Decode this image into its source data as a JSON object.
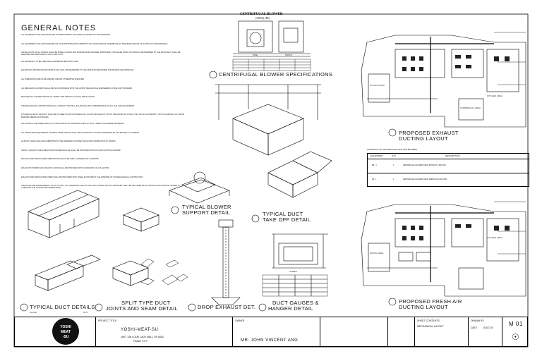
{
  "notes": {
    "title": "GENERAL NOTES",
    "items": [
      "ALL EQUIPMENT SHALL BE INSTALLED IN APPROXIMATE LOCATIONS AS SHOWN ON THE DRAWINGS.",
      "ALL EQUIPMENT SHALL BE MOUNTED ON OR SUPPORTED WITH VIBRATION ISOLATOR (MOTOR ASSEMBLIES) AS SPECIFIED AND OR AS SHOWN ON THE DRAWINGS.",
      "INSTALLATION OF ALL WORKS SHALL BE DONE IN A NEAT AND WORKMANLIKE MANNER. IMPROPERLY INSTALLED WORK OR ITEMS AS DETERMINED BY THE ARCHITECT SHALL BE REMOVED AND REPLACED AT NO EXTRA COST.",
      "ALL MATERIALS TO BE USED SHALL BE BRAND NEW AND CLEAN.",
      "ELEVATIONS AND REVISIONS FROM PLANS SHALL BE REFERRED TO THE ARCHITECT/ENGINEER FOR REVIEW AND APPROVAL.",
      "ALL DIMENSIONS ARE IN MILLIMETER UNLESS OTHERWISE SPECIFIED.",
      "ALL MECHANICAL WORKS SHALL BE IN ACCORDANCE WITH THE LATEST MECHANICAL ENGINEERING CODE AND STANDARD.",
      "MECHANICAL CONTRACTOR SHALL VERIFY SITE PRIOR TO ACTUAL INSTALLATION.",
      "THE MECHANICAL CONTRACTOR SHALL CONDUCT TESTING, BALANCING AND COMMISSIONING OF ALL THE HVAC EQUIPMENT.",
      "KITCHEN EXHAUST AIR DUCT SHALL BE GI SHEET GA.18 FOR FRESH AIR, GA.20 FOR EXHAUST DUCTS INSULATED WITH 50mm THK, 48 KG/CU.M DENSITY WITH ALUMINUM FOIL VAPOR BARRIER FIBERGLASS BOARD.",
      "ALL EXHAUST AND FRESH AIR DUCTS SHALL BE GA.20 STANDARD USING GI OR G.I SHEET GALVANIZED MATERIALS.",
      "ALL VENTILATION EQUIPMENT CONTROL PANEL SWITCH SHALL BE LOCATED AT LOCATION SPECIFIED BY THE PROJECT IN-CHARGE.",
      "AS BUILT PLANS SHALL BE SUBMITTED BY THE AWARDED CONTRACTOR AFTER COMPLETION OF WORKS.",
      "SUPPLY, EXHAUST AND FRESH AIR DIFFUSER/GRILLES SHALL BE PROVIDED WITH VOLUME CONTROL DAMPER.",
      "EXHAUST AND FRESH AIR BLOWER MOTOR SHALL BE \"IMGI\" JAPANESE OR U.S BRAND.",
      "EXHAUST SYSTEMS AND EXHAUST HOOD SHALL BE PROVIDED WITH FILTER AND OIL COLLECTOR.",
      "EXHAUST AND FRESH AIR BLOWER SHALL BE PROVIDED WITH STEEL PLATFORM AT THE EXPENSE OF THE MECHANICAL CONTRACTOR.",
      "THE PLANS ARE DIAGRAMMATIC LAYOUTS ONLY, ANY MATERIALS AND FITTINGS NOT SHOWN OR NOT SPECIFIED SHALL BE INCLUDED WITH CONTRACTOR SCOPE OF WORKS TO COMPLETE THE SYSTEM AND OPERATIONAL."
    ]
  },
  "details": {
    "blower_header_1": "CENTRIFUGAL BLOWER",
    "blower_header_2": "(SISW) (BI)",
    "blower_side": "SIDE",
    "blower_front": "FRONT",
    "blower_specs": "CENTRIFUGAL BLOWER SPECIFICATIONS",
    "blower_support_1": "TYPICAL BLOWER",
    "blower_support_2": "SUPPORT DETAIL",
    "takeoff_1": "TYPICAL DUCT",
    "takeoff_2": "TAKE OFF DETAIL",
    "typical_ducts": "TYPICAL DUCT DETAILS",
    "split_1": "SPLIT TYPE DUCT",
    "split_2": "JOINTS AND SEAM DETAIL",
    "drop_exhaust": "DROP EXHAUST DET.",
    "gauges_1": "DUCT GAUGES &",
    "gauges_2": "HANGER DETAIL",
    "varies": "VARIES",
    "scale": "SCALE",
    "nts": "NTS"
  },
  "plans": {
    "exhaust_1": "PROPOSED EXHAUST",
    "exhaust_2": "DUCTING LAYOUT",
    "fresh_1": "PROPOSED FRESH AIR",
    "fresh_2": "DUCTING LAYOUT",
    "kitchen": "KITCHEN AREA",
    "dining": "DINING AREA",
    "stock": "STOCK ROOM",
    "commercial": "COMMERCIAL AREA"
  },
  "legend": {
    "title": "SCHEDULE OF CENTRIFUGAL FAN AND BLOWER",
    "col1": "EQUIPMENT",
    "col2": "QTY",
    "col3": "DESCRIPTION",
    "rows": [
      {
        "eq": "EB - 1",
        "qty": "1",
        "desc": "CENTRIFUGAL BLOWER (SISW) EXHAUST 4,500 CFM"
      },
      {
        "eq": "FB - 1",
        "qty": "1",
        "desc": "CENTRIFUGAL BLOWER (SISW) FRESH AIR 3,200 CFM"
      }
    ]
  },
  "title_block": {
    "logo_1": "YOSHI",
    "logo_2": "MEAT",
    "logo_3": "-SU",
    "project_label": "PROJECT TITLE",
    "project_name": "YOSHI-MEAT-SU",
    "project_addr_1": "UNIT 12B LOUR, UK/E MALL OF ASIA",
    "project_addr_2": "PASAY CITY",
    "owner_label": "OWNER",
    "owner_name": "MR. JOHN VINCENT ANG",
    "sheet_contents": "SHEET CONTENTS",
    "sheet_desc": "MECHANICAL LAYOUT",
    "drawn_label": "DRAWN BY",
    "date_label": "DATE",
    "sheet_no": "M 01",
    "date_val": "04/17/24"
  }
}
